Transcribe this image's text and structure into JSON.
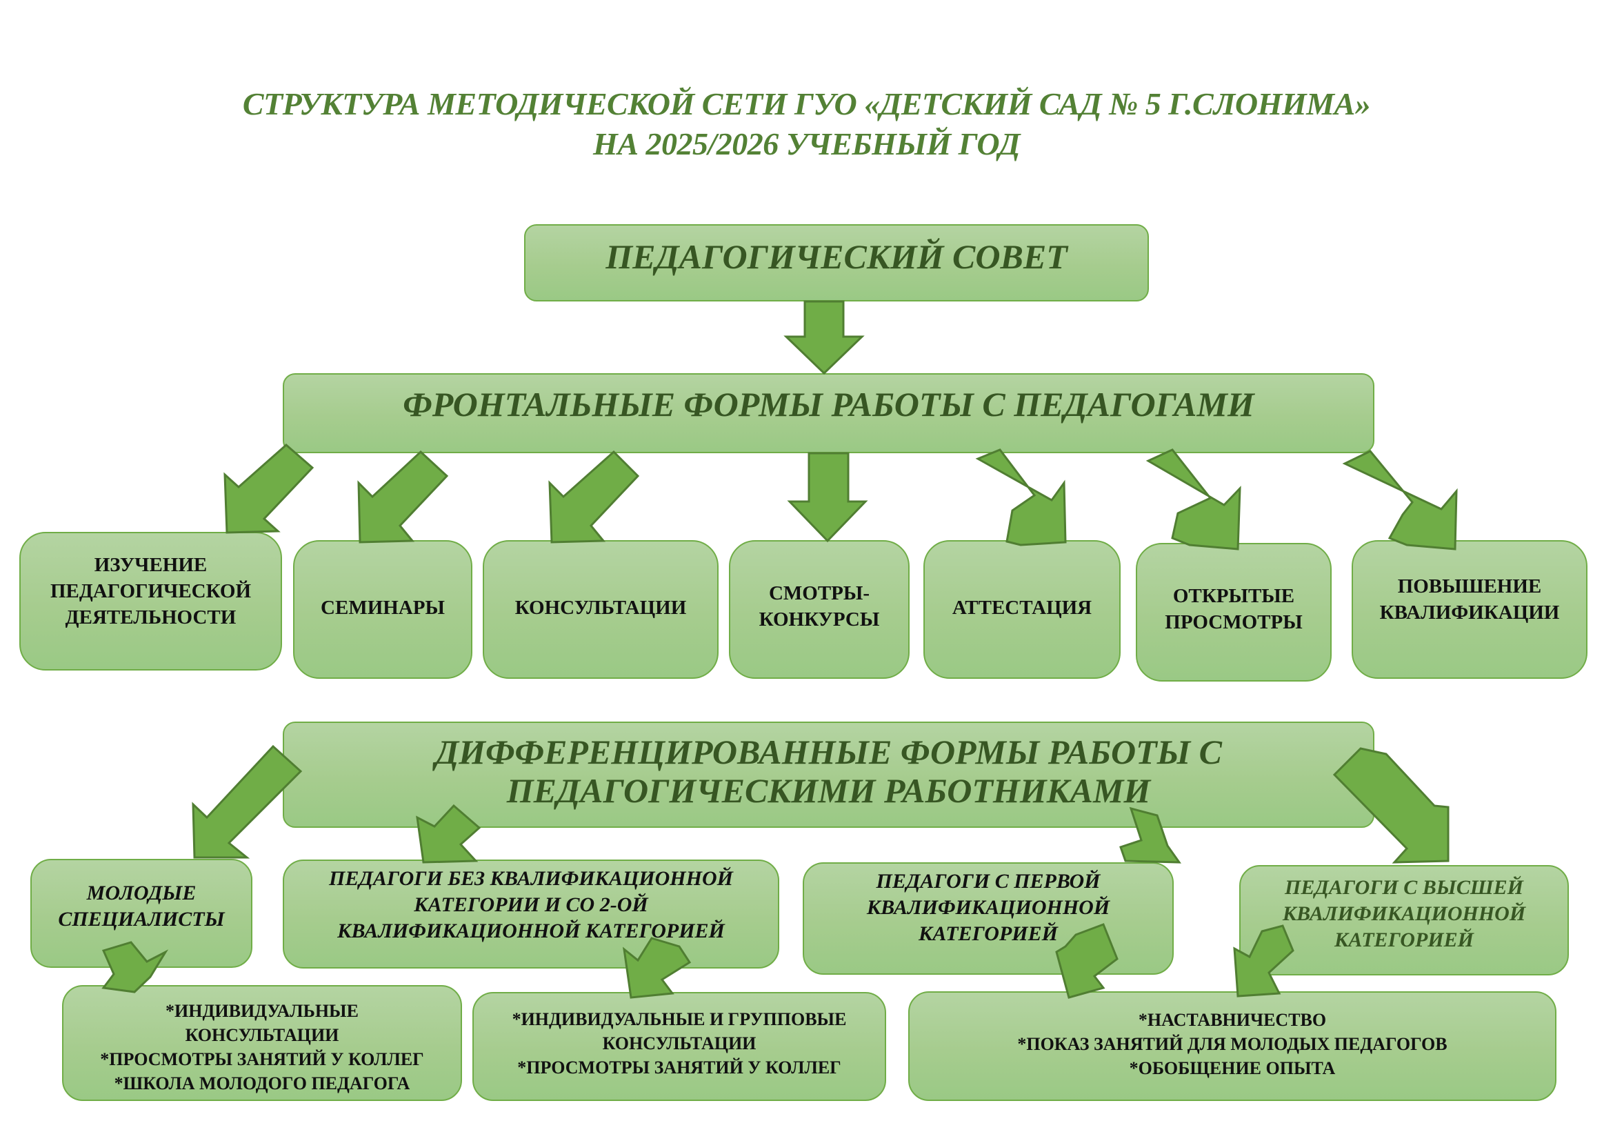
{
  "title": {
    "line1": "СТРУКТУРА МЕТОДИЧЕСКОЙ СЕТИ ГУО «ДЕТСКИЙ САД № 5 Г.СЛОНИМА»",
    "line2": "НА 2025/2026 УЧЕБНЫЙ ГОД"
  },
  "colors": {
    "title": "#538135",
    "box_fill_top": "#b4d4a2",
    "box_fill_bottom": "#9ac985",
    "box_border": "#70ad47",
    "arrow_fill": "#70ad47",
    "arrow_stroke": "#507e32",
    "heading_text": "#375623"
  },
  "council": {
    "label": "ПЕДАГОГИЧЕСКИЙ СОВЕТ"
  },
  "frontal": {
    "label": "ФРОНТАЛЬНЫЕ ФОРМЫ РАБОТЫ С ПЕДАГОГАМИ",
    "items": [
      {
        "label": "ИЗУЧЕНИЕ\nПЕДАГОГИЧЕСКОЙ\nДЕЯТЕЛЬНОСТИ"
      },
      {
        "label": "СЕМИНАРЫ"
      },
      {
        "label": "КОНСУЛЬТАЦИИ"
      },
      {
        "label": "СМОТРЫ-\nКОНКУРСЫ"
      },
      {
        "label": "АТТЕСТАЦИЯ"
      },
      {
        "label": "ОТКРЫТЫЕ\nПРОСМОТРЫ"
      },
      {
        "label": "ПОВЫШЕНИЕ\nКВАЛИФИКАЦИИ"
      }
    ]
  },
  "differentiated": {
    "label": "ДИФФЕРЕНЦИРОВАННЫЕ ФОРМЫ РАБОТЫ С\nПЕДАГОГИЧЕСКИМИ РАБОТНИКАМИ",
    "categories": [
      {
        "label": "МОЛОДЫЕ\nСПЕЦИАЛИСТЫ"
      },
      {
        "label": "ПЕДАГОГИ БЕЗ КВАЛИФИКАЦИОННОЙ\nКАТЕГОРИИ И СО 2-ОЙ\nКВАЛИФИКАЦИОННОЙ КАТЕГОРИЕЙ"
      },
      {
        "label": "ПЕДАГОГИ С ПЕРВОЙ\nКВАЛИФИКАЦИОННОЙ\nКАТЕГОРИЕЙ"
      },
      {
        "label": "ПЕДАГОГИ С ВЫСШЕЙ\nКВАЛИФИКАЦИОННОЙ\nКАТЕГОРИЕЙ"
      }
    ],
    "activities": [
      {
        "text": "*ИНДИВИДУАЛЬНЫЕ\nКОНСУЛЬТАЦИИ\n*ПРОСМОТРЫ ЗАНЯТИЙ У КОЛЛЕГ\n*ШКОЛА МОЛОДОГО ПЕДАГОГА"
      },
      {
        "text": "*ИНДИВИДУАЛЬНЫЕ И ГРУППОВЫЕ\nКОНСУЛЬТАЦИИ\n*ПРОСМОТРЫ ЗАНЯТИЙ У КОЛЛЕГ"
      },
      {
        "text": "*НАСТАВНИЧЕСТВО\n*ПОКАЗ ЗАНЯТИЙ ДЛЯ МОЛОДЫХ ПЕДАГОГОВ\n*ОБОБЩЕНИЕ ОПЫТА"
      }
    ]
  }
}
